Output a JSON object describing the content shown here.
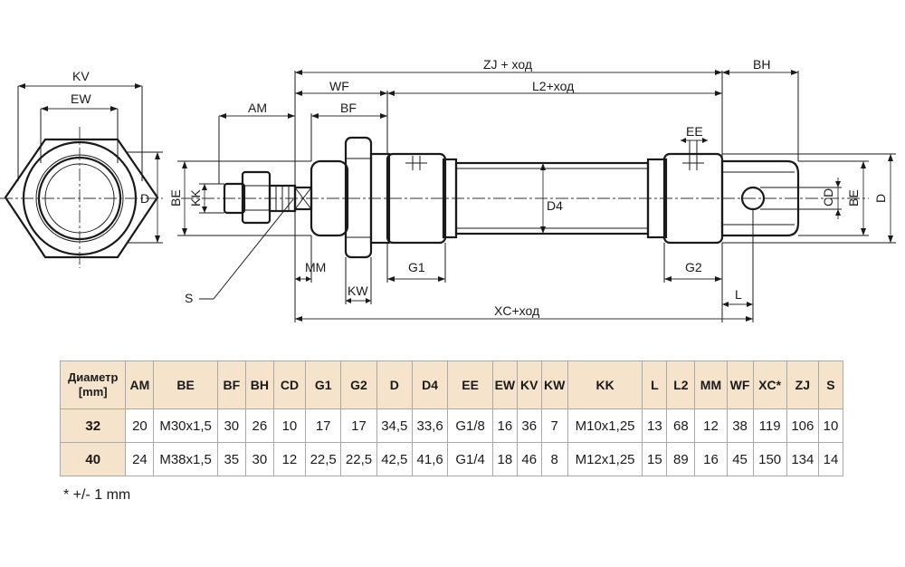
{
  "drawing": {
    "labels": {
      "kv": "KV",
      "ew_top": "EW",
      "d_left": "D",
      "am": "AM",
      "wf": "WF",
      "bf": "BF",
      "zj": "ZJ + ход",
      "l2": "L2+ход",
      "bh": "BH",
      "ee": "EE",
      "be_left": "BE",
      "kk": "KK",
      "d4": "D4",
      "cd": "CD",
      "be_right": "BE",
      "d_right": "D",
      "mm": "MM",
      "g1": "G1",
      "g2": "G2",
      "s": "S",
      "kw": "KW",
      "l": "L",
      "xc": "XC+ход"
    }
  },
  "table": {
    "header_line1": "Диаметр",
    "header_line2": "[mm]",
    "columns": [
      "AM",
      "BE",
      "BF",
      "BH",
      "CD",
      "G1",
      "G2",
      "D",
      "D4",
      "EE",
      "EW",
      "KV",
      "KW",
      "KK",
      "L",
      "L2",
      "MM",
      "WF",
      "XC*",
      "ZJ",
      "S"
    ],
    "rows": [
      {
        "diameter": "32",
        "values": [
          "20",
          "M30x1,5",
          "30",
          "26",
          "10",
          "17",
          "17",
          "34,5",
          "33,6",
          "G1/8",
          "16",
          "36",
          "7",
          "M10x1,25",
          "13",
          "68",
          "12",
          "38",
          "119",
          "106",
          "10"
        ]
      },
      {
        "diameter": "40",
        "values": [
          "24",
          "M38x1,5",
          "35",
          "30",
          "12",
          "22,5",
          "22,5",
          "42,5",
          "41,6",
          "G1/4",
          "18",
          "46",
          "8",
          "M12x1,25",
          "15",
          "89",
          "16",
          "45",
          "150",
          "134",
          "14"
        ]
      }
    ]
  },
  "footnote": "* +/- 1 mm"
}
